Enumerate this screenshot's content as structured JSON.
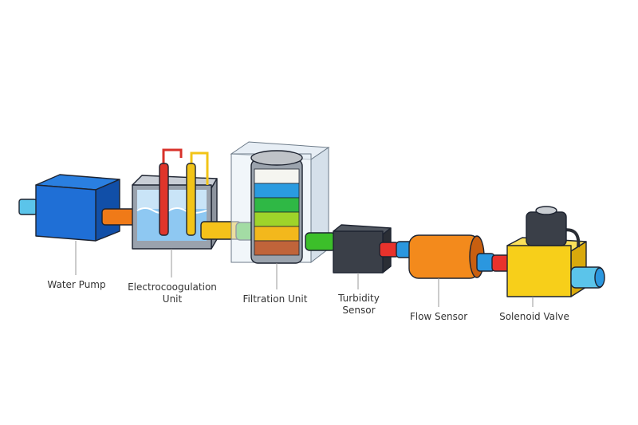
{
  "components": [
    {
      "id": "water-pump",
      "label_lines": [
        "Water Pump"
      ],
      "color": "#1f6fd6"
    },
    {
      "id": "electrocoagulation-unit",
      "label_lines": [
        "Electrocoogulation",
        "Unit"
      ],
      "color": "#7cc0f0"
    },
    {
      "id": "filtration-unit",
      "label_lines": [
        "Filtration Unit"
      ],
      "layer_colors": [
        "#f5f5f0",
        "#2a9be0",
        "#2fb845",
        "#9fd42a",
        "#f3b81c",
        "#c0643a"
      ]
    },
    {
      "id": "turbidity-sensor",
      "label_lines": [
        "Turbidity",
        "Sensor"
      ],
      "color": "#3a3f48"
    },
    {
      "id": "flow-sensor",
      "label_lines": [
        "Flow Sensor"
      ],
      "color": "#f38a1c"
    },
    {
      "id": "solenoid-valve",
      "label_lines": [
        "Solenoid Valve"
      ],
      "color": "#f7cf1a"
    }
  ],
  "flow_direction": "left-to-right"
}
